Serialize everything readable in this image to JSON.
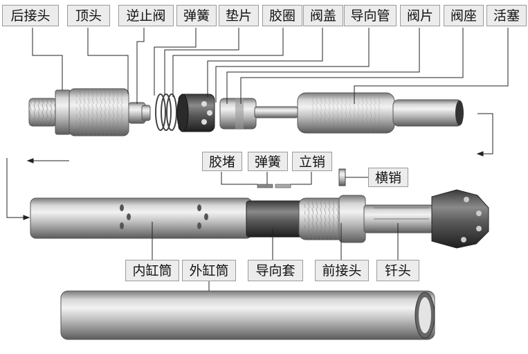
{
  "labels": {
    "back_joint": "后接头",
    "top_head": "顶头",
    "check_valve": "逆止阀",
    "spring_top": "弹簧",
    "gasket": "垫片",
    "rubber_ring": "胶圈",
    "valve_cap": "阀盖",
    "guide_tube": "导向管",
    "valve_disc": "阀片",
    "valve_seat": "阀座",
    "piston": "活塞",
    "rubber_plug": "胶堵",
    "spring_mid": "弹簧",
    "vertical_pin": "立销",
    "cross_pin": "横销",
    "inner_cylinder": "内缸筒",
    "outer_cylinder": "外缸筒",
    "guide_sleeve": "导向套",
    "front_joint": "前接头",
    "drill_bit": "钎头"
  },
  "colors": {
    "metal_light": "#e8e8e8",
    "metal_mid": "#b4b4b4",
    "metal_dark": "#5a5a5a",
    "leader_line": "#222222",
    "label_bg": "#ececec"
  }
}
